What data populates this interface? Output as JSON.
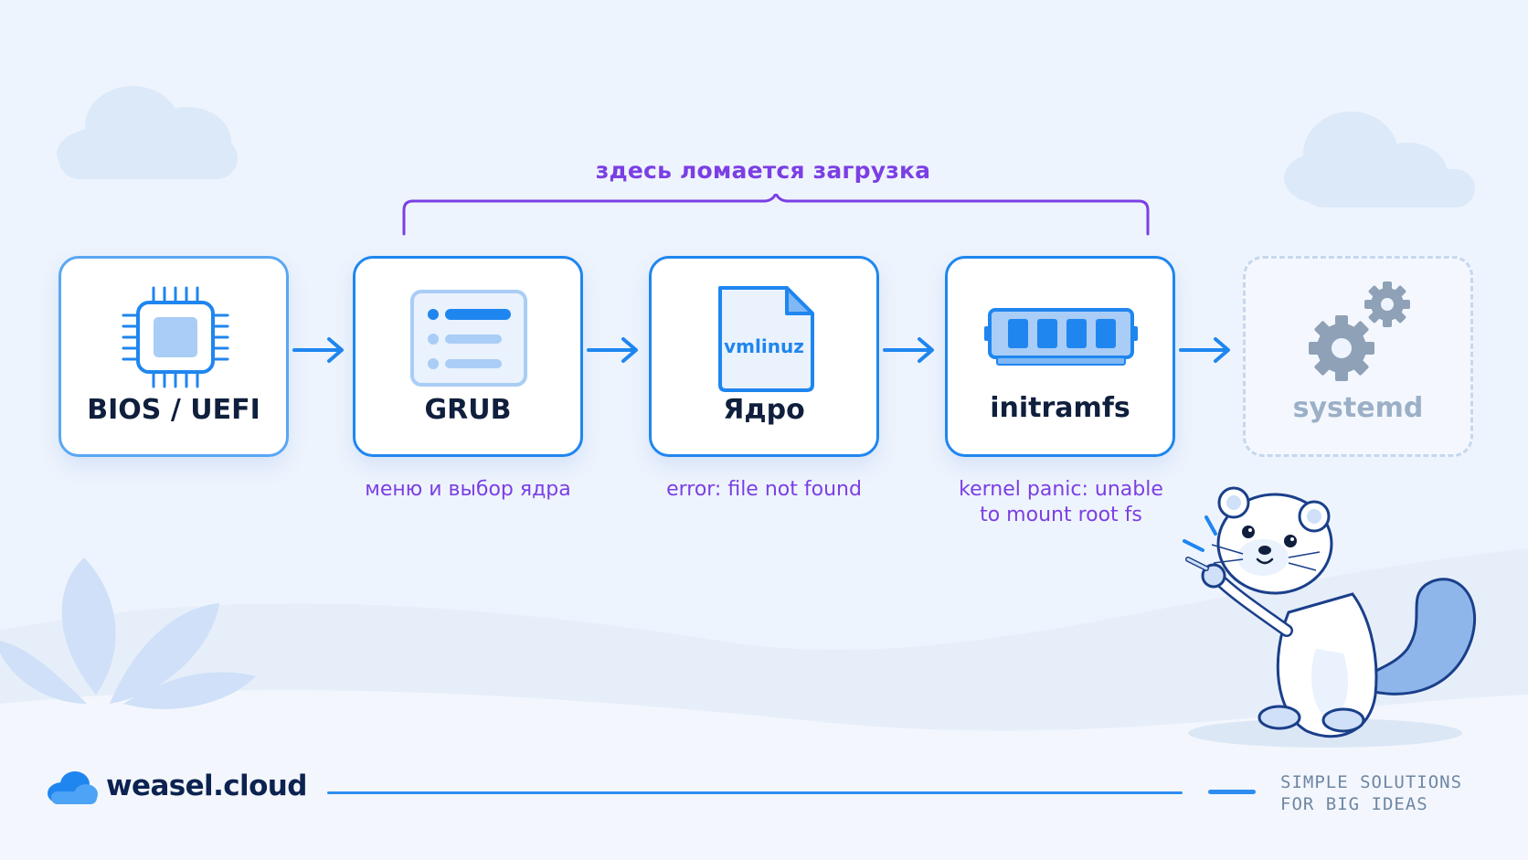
{
  "bracket": {
    "label": "здесь ломается загрузка"
  },
  "stages": [
    {
      "label": "BIOS / UEFI",
      "icon": "cpu-chip-icon"
    },
    {
      "label": "GRUB",
      "icon": "boot-menu-icon"
    },
    {
      "label": "Ядро",
      "icon": "kernel-file-icon",
      "file_name": "vmlinuz"
    },
    {
      "label": "initramfs",
      "icon": "memory-module-icon"
    },
    {
      "label": "systemd",
      "icon": "gears-icon",
      "state": "not reached"
    }
  ],
  "notes": {
    "grub": "меню и выбор ядра",
    "kernel": "error: file not found",
    "initramfs": "kernel panic: unable to mount root fs"
  },
  "footer": {
    "brand": "weasel.cloud",
    "tagline_line1": "SIMPLE SOLUTIONS",
    "tagline_line2": "FOR BIG IDEAS"
  },
  "colors": {
    "accent_blue": "#1f86ef",
    "highlight_purple": "#7b3fe4",
    "background": "#eef4fd",
    "inactive_gray": "#9bb0c7"
  }
}
